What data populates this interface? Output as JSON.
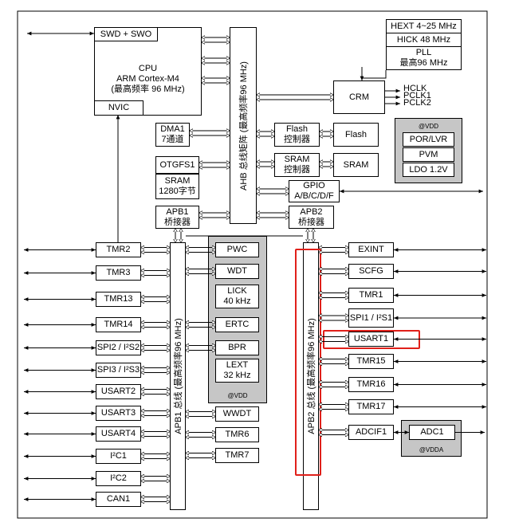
{
  "blocks": {
    "swd": "SWD + SWO",
    "cpu": [
      "CPU",
      "ARM Cortex-M4",
      "(最高频率 96 MHz)"
    ],
    "nvic": "NVIC",
    "ahb_bus": "AHB 总线矩阵 (最高频率96 MHz)",
    "dma1": [
      "DMA1",
      "7通道"
    ],
    "otgfs1": "OTGFS1",
    "sram_otg": [
      "SRAM",
      "1280字节"
    ],
    "apb1_bridge": [
      "APB1",
      "桥接器"
    ],
    "flash_ctrl": [
      "Flash",
      "控制器"
    ],
    "flash": "Flash",
    "sram_ctrl": [
      "SRAM",
      "控制器"
    ],
    "sram": "SRAM",
    "gpio": [
      "GPIO",
      "A/B/C/D/F"
    ],
    "apb2_bridge": [
      "APB2",
      "桥接器"
    ],
    "crm": "CRM",
    "hext": "HEXT 4~25 MHz",
    "hick": "HICK 48 MHz",
    "pll": [
      "PLL",
      "最高96 MHz"
    ],
    "hclk": "HCLK",
    "pclk1": "PCLK1",
    "pclk2": "PCLK2",
    "vdd_top": "@VDD",
    "por": "POR/LVR",
    "pvm": "PVM",
    "ldo": "LDO 1.2V",
    "apb1_bus": "APB1 总线 (最高频率96 MHz)",
    "apb2_bus": "APB2 总线 (最高频率96 MHz)",
    "pwc": "PWC",
    "wdt": "WDT",
    "lick": [
      "LICK",
      "40 kHz"
    ],
    "ertc": "ERTC",
    "bpr": "BPR",
    "lext": [
      "LEXT",
      "32 kHz"
    ],
    "vdd_mid": "@VDD",
    "wwdt": "WWDT",
    "tmr6": "TMR6",
    "tmr7": "TMR7",
    "left_periph": [
      "TMR2",
      "TMR3",
      "TMR13",
      "TMR14",
      "SPI2 / I²S2",
      "SPI3 / I²S3",
      "USART2",
      "USART3",
      "USART4",
      "I²C1",
      "I²C2",
      "CAN1"
    ],
    "right_periph": [
      "EXINT",
      "SCFG",
      "TMR1",
      "SPI1 / I²S1",
      "USART1",
      "TMR15",
      "TMR16",
      "TMR17",
      "ADCIF1"
    ],
    "adc1": "ADC1",
    "vdda": "@VDDA"
  }
}
